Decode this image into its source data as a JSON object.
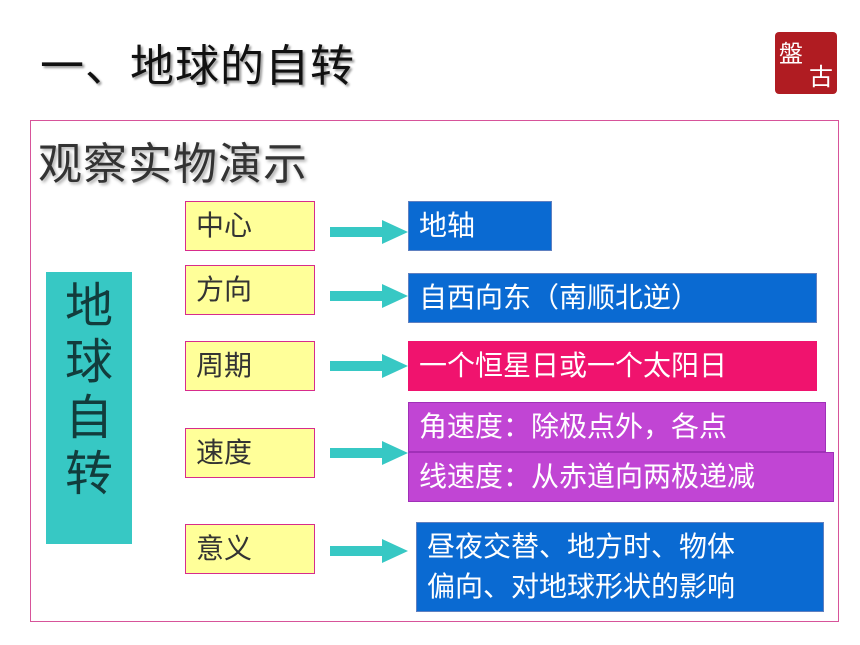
{
  "slide_title": "一、地球的自转",
  "logo": {
    "char_top": "盤",
    "char_bottom": "古"
  },
  "subtitle": "观察实物演示",
  "main_topic": [
    "地",
    "球",
    "自",
    "转"
  ],
  "rows": [
    {
      "key": "中心",
      "value": "地轴"
    },
    {
      "key": "方向",
      "value": "自西向东（南顺北逆）"
    },
    {
      "key": "周期",
      "value": "一个恒星日或一个太阳日"
    },
    {
      "key": "速度",
      "value_angular": "角速度：除极点外，各点",
      "value_linear": "线速度：从赤道向两极递减"
    },
    {
      "key": "意义",
      "value_line1": "昼夜交替、地方时、物体",
      "value_line2": "偏向、对地球形状的影响"
    }
  ],
  "colors": {
    "key_bg": "#ffff99",
    "arrow": "#37c8c4",
    "blue": "#0a6ad2",
    "pink": "#f0136e",
    "purple": "#c145d4",
    "main_bg": "#37c8c4"
  }
}
